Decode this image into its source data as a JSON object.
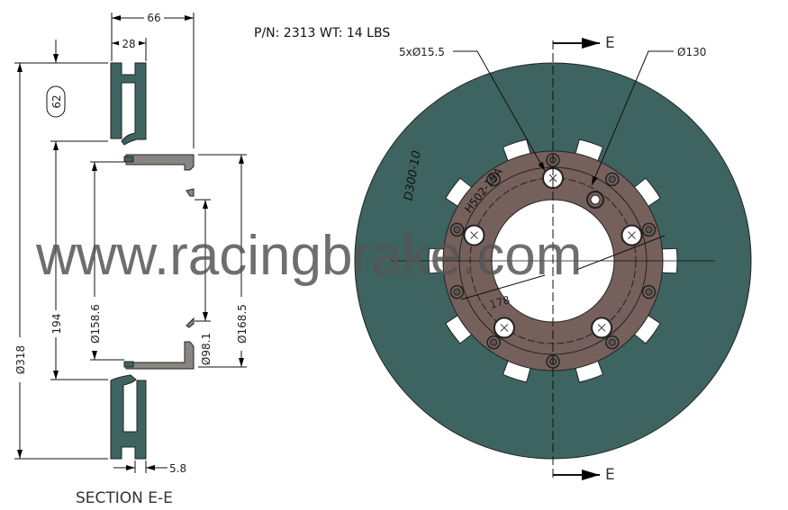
{
  "header": {
    "part_info": "P/N: 2313 WT: 14 LBS"
  },
  "section": {
    "title": "SECTION E-E",
    "dimensions": {
      "width_overall": "66",
      "rotor_width": "28",
      "pocket": "62",
      "outer_dia": "Ø318",
      "inner_dia": "194",
      "hat_dia": "Ø158.6",
      "bore_dia": "Ø98.1",
      "hat_outer_dia": "Ø168.5",
      "plate": "5.8"
    }
  },
  "front_view": {
    "section_mark_top": "E",
    "section_mark_bottom": "E",
    "bolt_holes": "5xØ15.5",
    "bolt_circle": "Ø130",
    "pcd": "178",
    "rotor_code": "D300-10",
    "hat_code": "H502-19A"
  },
  "watermark": "www.racingbrake.com",
  "colors": {
    "rotor": "#3d6460",
    "hat": "#76605c",
    "hat_section": "#8a8580"
  }
}
